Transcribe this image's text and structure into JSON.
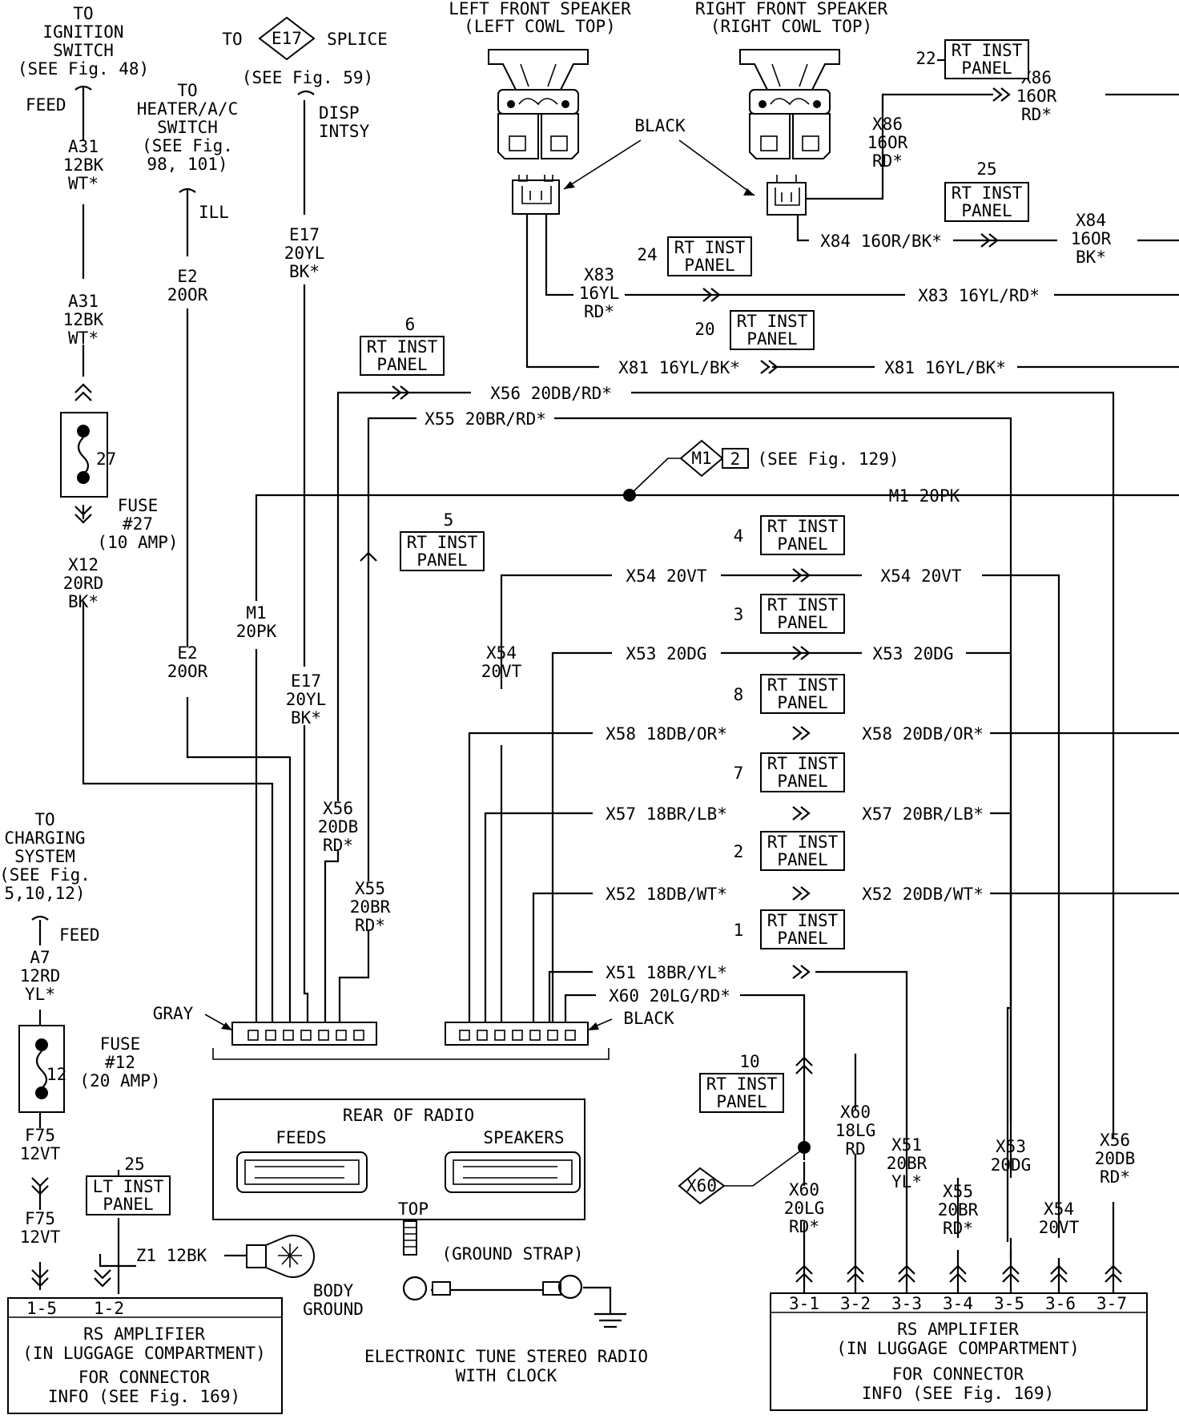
{
  "title": "ELECTRONIC TUNE STEREO RADIO WITH CLOCK",
  "speakers": {
    "left": [
      "LEFT FRONT SPEAKER",
      "(LEFT COWL TOP)"
    ],
    "right": [
      "RIGHT FRONT SPEAKER",
      "(RIGHT COWL TOP)"
    ],
    "connector_color": "BLACK"
  },
  "references": {
    "ignition": [
      "TO",
      "IGNITION",
      "SWITCH",
      "(SEE Fig. 48)"
    ],
    "ignition_feed": "FEED",
    "heater": [
      "TO",
      "HEATER/A/C",
      "SWITCH",
      "(SEE Fig.",
      "98, 101)"
    ],
    "heater_ill": "ILL",
    "e17_to": "TO",
    "e17_tag": "E17",
    "e17_splice": "SPLICE",
    "e17_see": "(SEE Fig. 59)",
    "e17_disp": [
      "DISP",
      "INTSY"
    ],
    "charging": [
      "TO",
      "CHARGING",
      "SYSTEM",
      "(SEE Fig.",
      "5,10,12)"
    ],
    "charging_feed": "FEED",
    "m1_see": "(SEE Fig. 129)",
    "m1_tag": "M1",
    "m1_num": "2"
  },
  "fuses": {
    "f27": [
      "FUSE",
      "#27",
      "(10 AMP)"
    ],
    "f27_num": "27",
    "f12": [
      "FUSE",
      "#12",
      "(20 AMP)"
    ],
    "f12_num": "12"
  },
  "inline_connectors": [
    {
      "num": "22",
      "text": [
        "RT INST",
        "PANEL"
      ]
    },
    {
      "num": "25",
      "text": [
        "RT INST",
        "PANEL"
      ]
    },
    {
      "num": "24",
      "text": [
        "RT INST",
        "PANEL"
      ]
    },
    {
      "num": "20",
      "text": [
        "RT INST",
        "PANEL"
      ]
    },
    {
      "num": "6",
      "text": [
        "RT INST",
        "PANEL"
      ]
    },
    {
      "num": "5",
      "text": [
        "RT INST",
        "PANEL"
      ]
    },
    {
      "num": "4",
      "text": [
        "RT INST",
        "PANEL"
      ]
    },
    {
      "num": "3",
      "text": [
        "RT INST",
        "PANEL"
      ]
    },
    {
      "num": "8",
      "text": [
        "RT INST",
        "PANEL"
      ]
    },
    {
      "num": "7",
      "text": [
        "RT INST",
        "PANEL"
      ]
    },
    {
      "num": "2",
      "text": [
        "RT INST",
        "PANEL"
      ]
    },
    {
      "num": "1",
      "text": [
        "RT INST",
        "PANEL"
      ]
    },
    {
      "num": "10",
      "text": [
        "RT INST",
        "PANEL"
      ]
    },
    {
      "num": "25",
      "text": [
        "LT INST",
        "PANEL"
      ]
    }
  ],
  "wires": {
    "a31_top": [
      "A31",
      "12BK",
      "WT*"
    ],
    "a31_mid": [
      "A31",
      "12BK",
      "WT*"
    ],
    "x12": [
      "X12",
      "20RD",
      "BK*"
    ],
    "e2_top": [
      "E2",
      "20OR"
    ],
    "e2_low": [
      "E2",
      "20OR"
    ],
    "e17_top": [
      "E17",
      "20YL",
      "BK*"
    ],
    "e17_low": [
      "E17",
      "20YL",
      "BK*"
    ],
    "m1_v": [
      "M1",
      "20PK"
    ],
    "m1_h": "M1 20PK",
    "x56_h": "X56 20DB/RD*",
    "x56_v": [
      "X56",
      "20DB",
      "RD*"
    ],
    "x55_h": "X55 20BR/RD*",
    "x55_v": [
      "X55",
      "20BR",
      "RD*"
    ],
    "x86_top": [
      "X86",
      "16OR",
      "RD*"
    ],
    "x86_v": [
      "X86",
      "16OR",
      "RD*"
    ],
    "x84_l": "X84 16OR/BK*",
    "x84_r": [
      "X84",
      "16OR",
      "BK*"
    ],
    "x83_l": [
      "X83",
      "16YL",
      "RD*"
    ],
    "x83_r": "X83 16YL/RD*",
    "x81_l": "X81 16YL/BK*",
    "x81_r": "X81 16YL/BK*",
    "x54_l": "X54 20VT",
    "x54_r": "X54 20VT",
    "x54_v": [
      "X54",
      "20VT"
    ],
    "x53_l": "X53 20DG",
    "x53_r": "X53 20DG",
    "x58_l": "X58 18DB/OR*",
    "x58_r": "X58 20DB/OR*",
    "x57_l": "X57 18BR/LB*",
    "x57_r": "X57 20BR/LB*",
    "x52_l": "X52 18DB/WT*",
    "x52_r": "X52 20DB/WT*",
    "x51_l": "X51 18BR/YL*",
    "x60_l": "X60 20LG/RD*",
    "a7": [
      "A7",
      "12RD",
      "YL*"
    ],
    "f75_a": [
      "F75",
      "12VT"
    ],
    "f75_b": [
      "F75",
      "12VT"
    ],
    "z1": "Z1 12BK",
    "bot_x60": [
      "X60",
      "20LG",
      "RD*"
    ],
    "bot_x60b": [
      "X60",
      "18LG",
      "RD"
    ],
    "bot_x51": [
      "X51",
      "20BR",
      "YL*"
    ],
    "bot_x55": [
      "X55",
      "20BR",
      "RD*"
    ],
    "bot_x53": [
      "X53",
      "20DG"
    ],
    "bot_x54": [
      "X54",
      "20VT"
    ],
    "bot_x56": [
      "X56",
      "20DB",
      "RD*"
    ],
    "x60_tag": "X60"
  },
  "radio": {
    "gray": "GRAY",
    "black": "BLACK",
    "rear": "REAR OF RADIO",
    "feeds": "FEEDS",
    "speakers": "SPEAKERS",
    "top": "TOP",
    "ground_strap": "(GROUND STRAP)",
    "body_ground": [
      "BODY",
      "GROUND"
    ]
  },
  "amplifier_left": {
    "pins": [
      "1-5",
      "1-2"
    ],
    "text": [
      "RS AMPLIFIER",
      "(IN LUGGAGE COMPARTMENT)",
      "FOR CONNECTOR",
      "INFO (SEE Fig. 169)"
    ]
  },
  "amplifier_right": {
    "pins": [
      "3-1",
      "3-2",
      "3-3",
      "3-4",
      "3-5",
      "3-6",
      "3-7"
    ],
    "text": [
      "RS AMPLIFIER",
      "(IN LUGGAGE COMPARTMENT)",
      "FOR CONNECTOR",
      "INFO (SEE Fig. 169)"
    ]
  }
}
